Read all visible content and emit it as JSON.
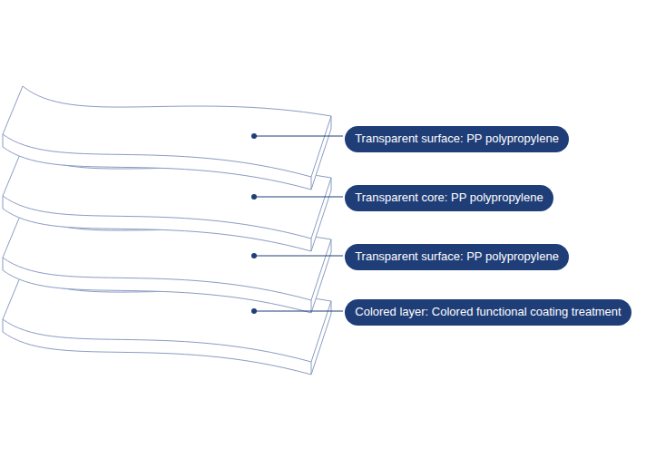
{
  "diagram": {
    "nodes": [
      {
        "text": [
          "Transparent surface: PP polypropylene"
        ]
      },
      {
        "text": [
          "Transparent core: PP polypropylene"
        ]
      },
      {
        "text": [
          "Transparent surface: PP polypropylene"
        ]
      },
      {
        "text": [
          "Colored layer: Colored functional coating treatment"
        ]
      }
    ]
  }
}
